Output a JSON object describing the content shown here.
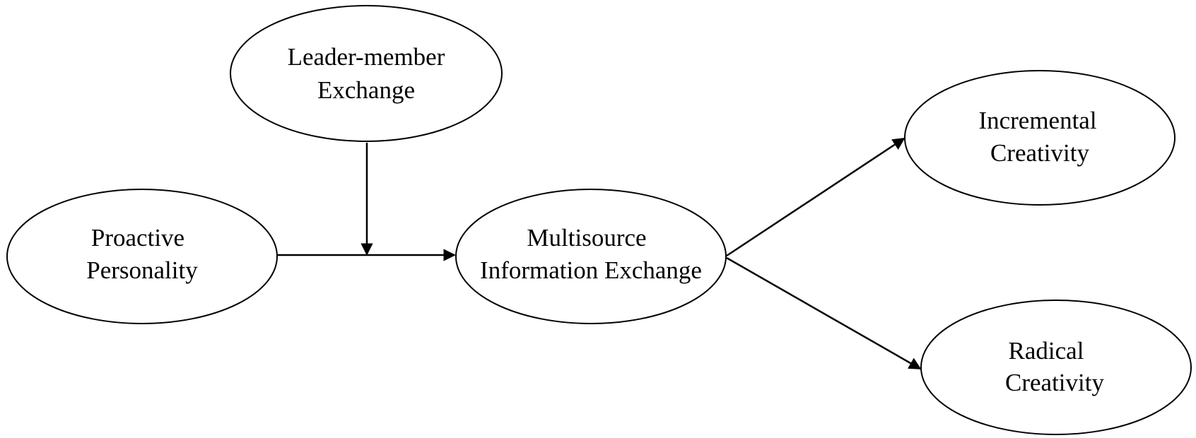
{
  "nodes": {
    "lmx": {
      "line1": "Leader-member",
      "line2": "Exchange"
    },
    "proactive": {
      "line1": "Proactive",
      "line2": "Personality"
    },
    "multisource": {
      "line1": "Multisource",
      "line2": "Information Exchange"
    },
    "incremental": {
      "line1": "Incremental",
      "line2": "Creativity"
    },
    "radical": {
      "line1": "Radical",
      "line2": "Creativity"
    }
  },
  "colors": {
    "stroke": "#000000",
    "background": "#ffffff"
  }
}
